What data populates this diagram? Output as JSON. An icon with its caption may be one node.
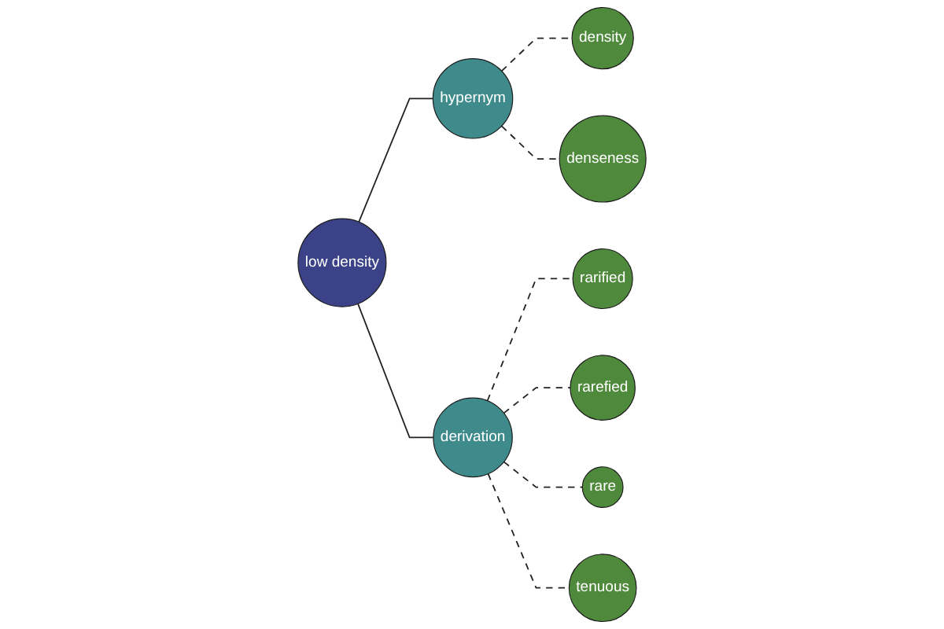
{
  "diagram": {
    "nodes": [
      {
        "text": [
          "density"
        ]
      },
      {
        "text": [
          "hypernym"
        ]
      },
      {
        "text": [
          "low density"
        ]
      },
      {
        "text": [
          "denseness"
        ]
      },
      {
        "text": [
          "rarified"
        ]
      },
      {
        "text": [
          "derivation"
        ]
      },
      {
        "text": [
          "rarefied"
        ]
      },
      {
        "text": [
          "rare"
        ]
      },
      {
        "text": [
          "tenuous"
        ]
      }
    ],
    "edges": [
      {
        "from": 2,
        "to": 1,
        "arrow": "none"
      },
      {
        "from": 2,
        "to": 5,
        "arrow": "none"
      },
      {
        "from": 1,
        "to": 0,
        "arrow": "none",
        "style": "dashed"
      },
      {
        "from": 1,
        "to": 3,
        "arrow": "none",
        "style": "dashed"
      },
      {
        "from": 5,
        "to": 4,
        "arrow": "none",
        "style": "dashed"
      },
      {
        "from": 5,
        "to": 6,
        "arrow": "none",
        "style": "dashed"
      },
      {
        "from": 5,
        "to": 7,
        "arrow": "none",
        "style": "dashed"
      },
      {
        "from": 5,
        "to": 8,
        "arrow": "none",
        "style": "dashed"
      }
    ]
  }
}
